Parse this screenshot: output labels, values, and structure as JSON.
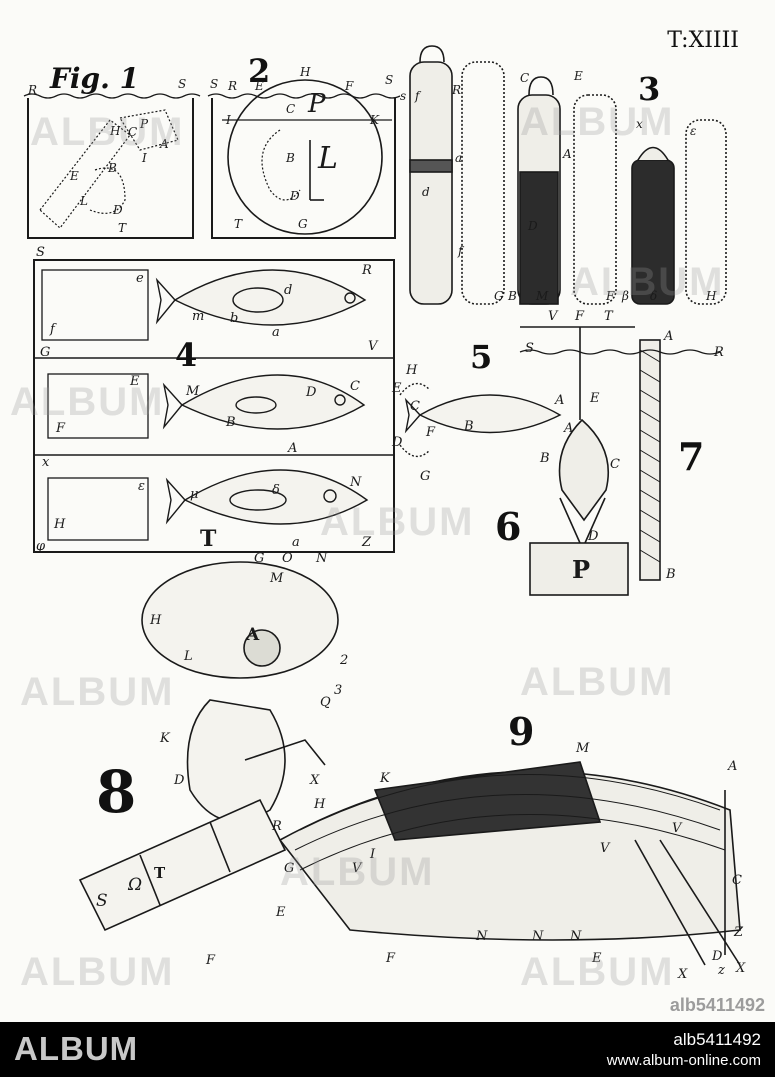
{
  "plate": {
    "title": "T:XIIII",
    "fig1_caption": "Fig. 1",
    "figure_numbers": [
      "2",
      "3",
      "4",
      "5",
      "6",
      "7",
      "8",
      "9"
    ],
    "labels": {
      "fig1": [
        "R",
        "S",
        "H",
        "C",
        "P",
        "A",
        "E",
        "B",
        "I",
        "L",
        "D",
        "T"
      ],
      "fig2": [
        "S",
        "R",
        "E",
        "H",
        "F",
        "S",
        "I",
        "C",
        "P",
        "K",
        "L",
        "B",
        "D",
        "T",
        "G"
      ],
      "fig3": [
        "s",
        "f",
        "R",
        "a",
        "d",
        "f",
        "G",
        "B",
        "C",
        "A",
        "D",
        "M",
        "E",
        "F",
        "x",
        "ε",
        "β",
        "δ",
        "H"
      ],
      "fig4": [
        "S",
        "e",
        "R",
        "d",
        "m",
        "b",
        "a",
        "f",
        "G",
        "V",
        "M",
        "D",
        "C",
        "E",
        "B",
        "A",
        "F",
        "x",
        "ε",
        "μ",
        "δ",
        "N",
        "H",
        "φ",
        "T",
        "a",
        "Z"
      ],
      "fig5": [
        "H",
        "C",
        "E",
        "B",
        "D",
        "F",
        "G",
        "A"
      ],
      "fig6": [
        "V",
        "F",
        "T",
        "A",
        "S",
        "R",
        "A",
        "E",
        "B",
        "C",
        "D",
        "P",
        "B"
      ],
      "fig8": [
        "G",
        "O",
        "N",
        "M",
        "H",
        "A",
        "L",
        "2",
        "3",
        "Q",
        "K",
        "D",
        "X",
        "R",
        "Ω",
        "S",
        "T",
        "E",
        "F"
      ],
      "fig9": [
        "M",
        "K",
        "H",
        "I",
        "V",
        "G",
        "F",
        "E",
        "N",
        "N",
        "N",
        "V",
        "V",
        "A",
        "C",
        "Z",
        "D",
        "X",
        "X",
        "z"
      ]
    }
  },
  "watermark": {
    "text": "ALBUM"
  },
  "corner_id": "alb5411492",
  "footer": {
    "brand": "ALBUM",
    "image_id": "alb5411492",
    "url": "www.album-online.com",
    "bg_color": "#000000",
    "text_color": "#ffffff"
  }
}
